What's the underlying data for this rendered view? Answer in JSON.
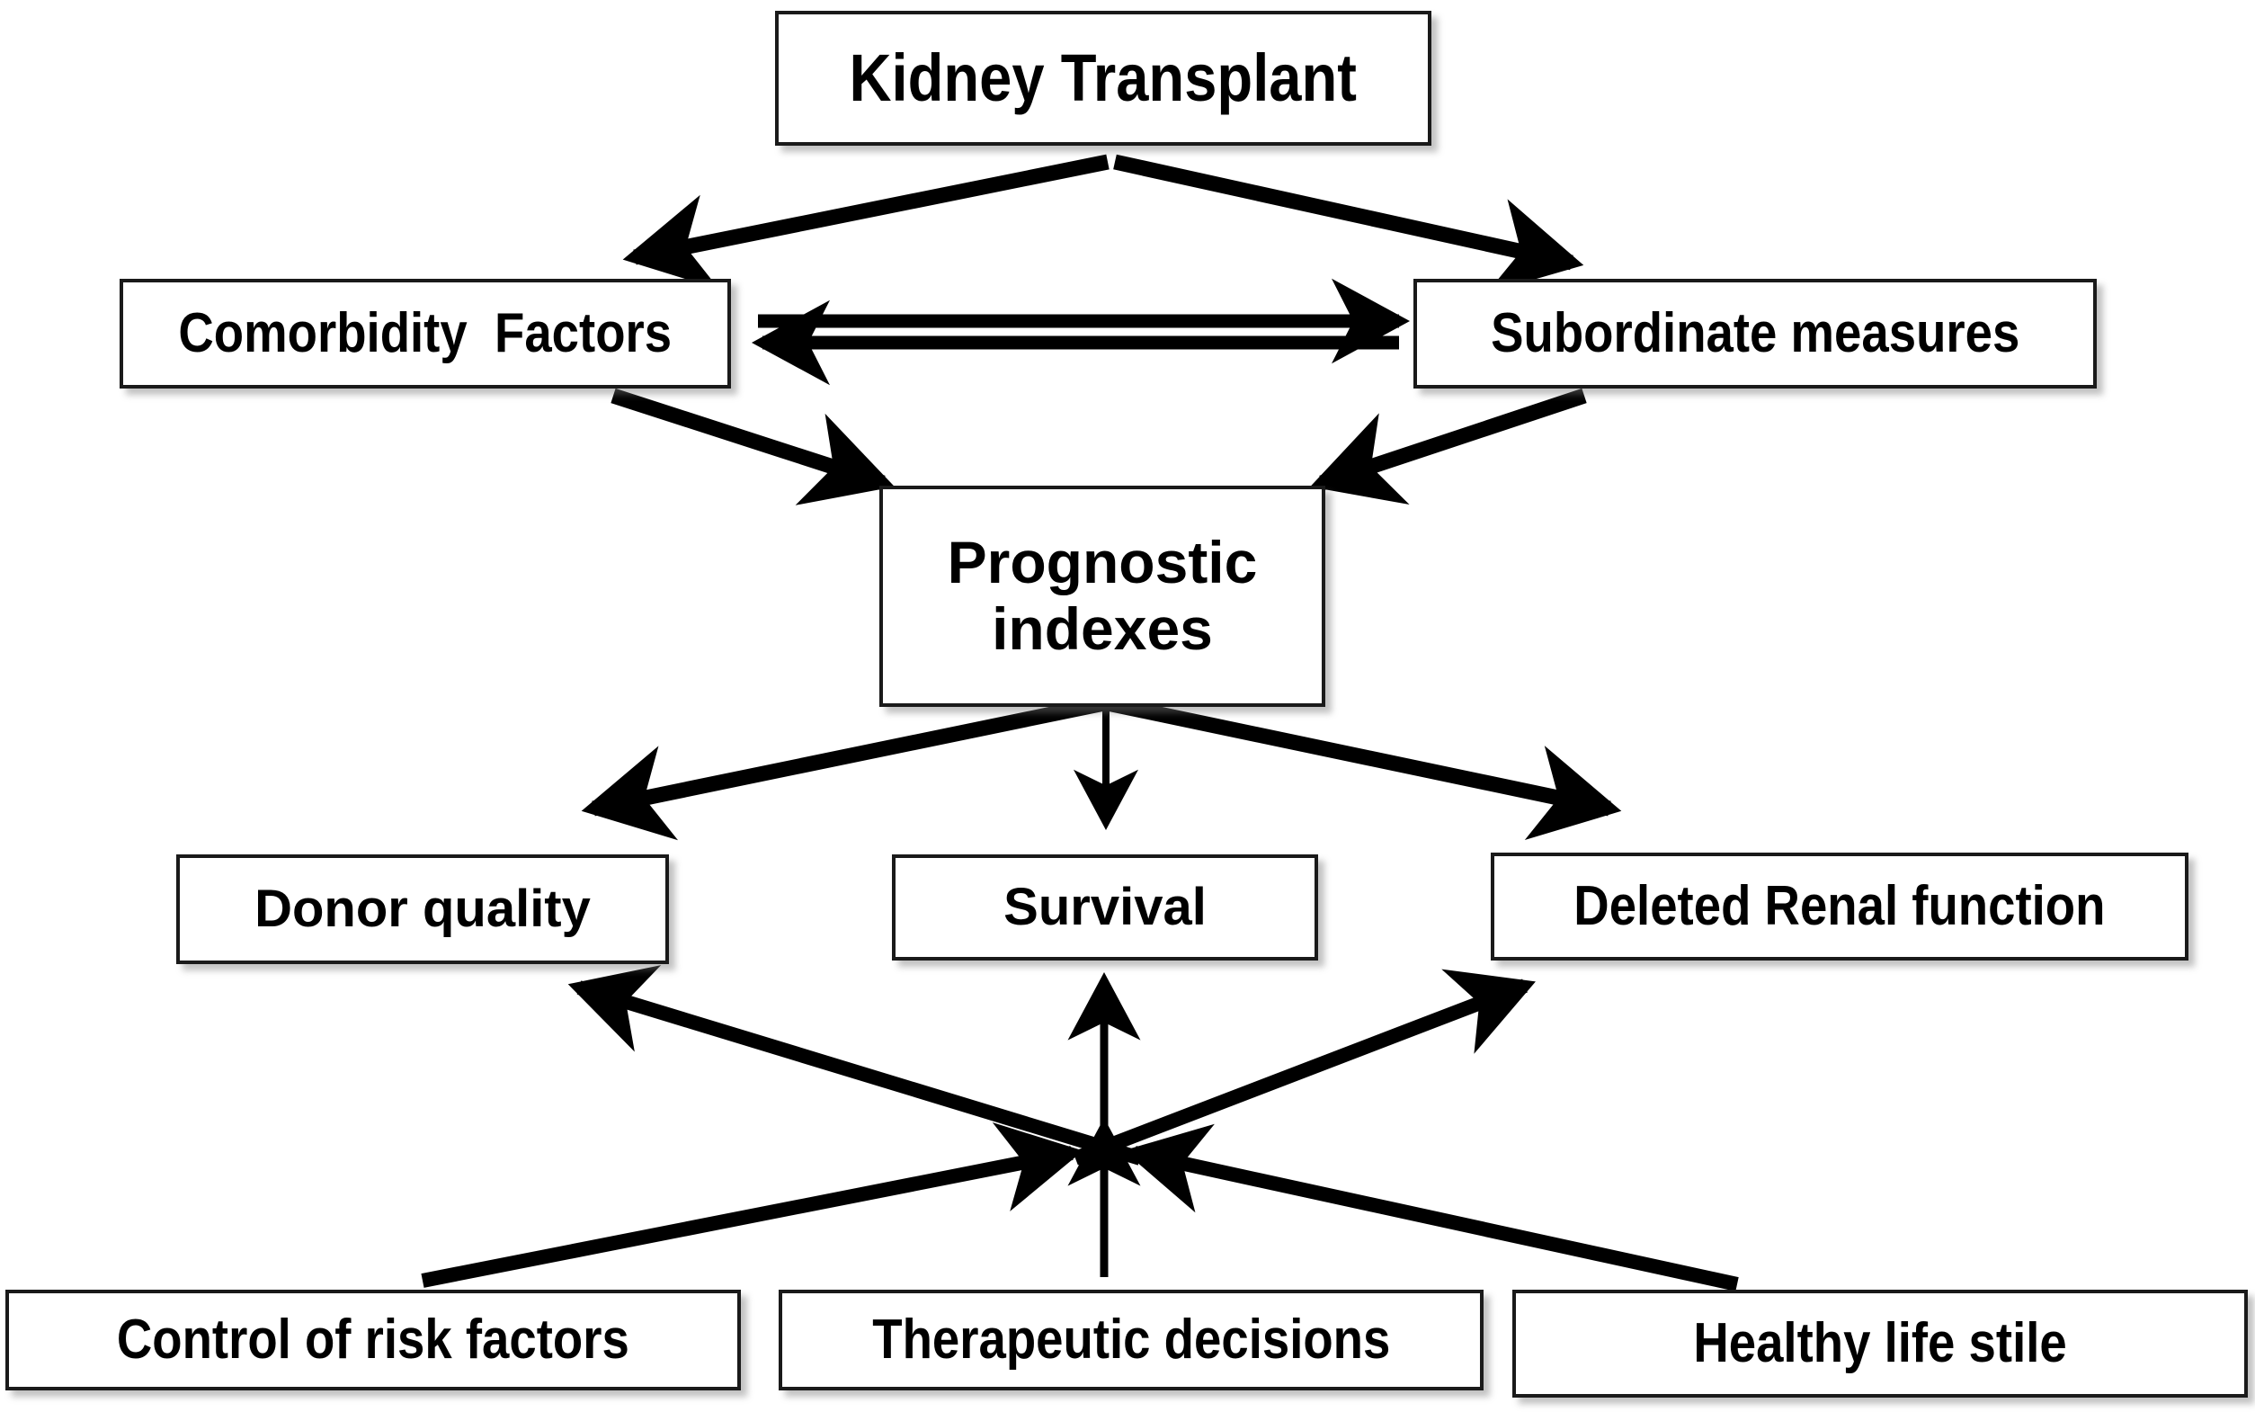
{
  "diagram": {
    "title": "Kidney Transplant prognostic framework flow chart",
    "colors": {
      "box_border": "#1a1a1a",
      "box_fill": "#ffffff",
      "arrow": "#000000",
      "background": "#ffffff"
    },
    "nodes": [
      {
        "id": "kidney-transplant",
        "label": "Kidney Transplant"
      },
      {
        "id": "comorbidity-factors",
        "label": "Comorbidity  Factors"
      },
      {
        "id": "subordinate-measures",
        "label": "Subordinate measures"
      },
      {
        "id": "prognostic-indexes",
        "label": "Prognostic\nindexes"
      },
      {
        "id": "donor-quality",
        "label": "Donor quality"
      },
      {
        "id": "survival",
        "label": "Survival"
      },
      {
        "id": "deleted-renal-function",
        "label": "Deleted Renal function"
      },
      {
        "id": "control-of-risk-factors",
        "label": "Control of risk factors"
      },
      {
        "id": "therapeutic-decisions",
        "label": "Therapeutic decisions"
      },
      {
        "id": "healthy-life-stile",
        "label": "Healthy life stile"
      }
    ],
    "edges": [
      {
        "from": "kidney-transplant",
        "to": "comorbidity-factors",
        "style": "single-arrow"
      },
      {
        "from": "kidney-transplant",
        "to": "subordinate-measures",
        "style": "single-arrow"
      },
      {
        "from": "comorbidity-factors",
        "to": "subordinate-measures",
        "style": "single-arrow"
      },
      {
        "from": "subordinate-measures",
        "to": "comorbidity-factors",
        "style": "single-arrow"
      },
      {
        "from": "comorbidity-factors",
        "to": "prognostic-indexes",
        "style": "single-arrow"
      },
      {
        "from": "subordinate-measures",
        "to": "prognostic-indexes",
        "style": "single-arrow"
      },
      {
        "from": "prognostic-indexes",
        "to": "donor-quality",
        "style": "single-arrow"
      },
      {
        "from": "prognostic-indexes",
        "to": "survival",
        "style": "single-arrow"
      },
      {
        "from": "prognostic-indexes",
        "to": "deleted-renal-function",
        "style": "single-arrow"
      },
      {
        "from": "control-of-risk-factors",
        "to": "deleted-renal-function",
        "style": "single-arrow"
      },
      {
        "from": "therapeutic-decisions",
        "to": "survival",
        "style": "single-arrow"
      },
      {
        "from": "healthy-life-stile",
        "to": "donor-quality",
        "style": "single-arrow"
      }
    ]
  }
}
